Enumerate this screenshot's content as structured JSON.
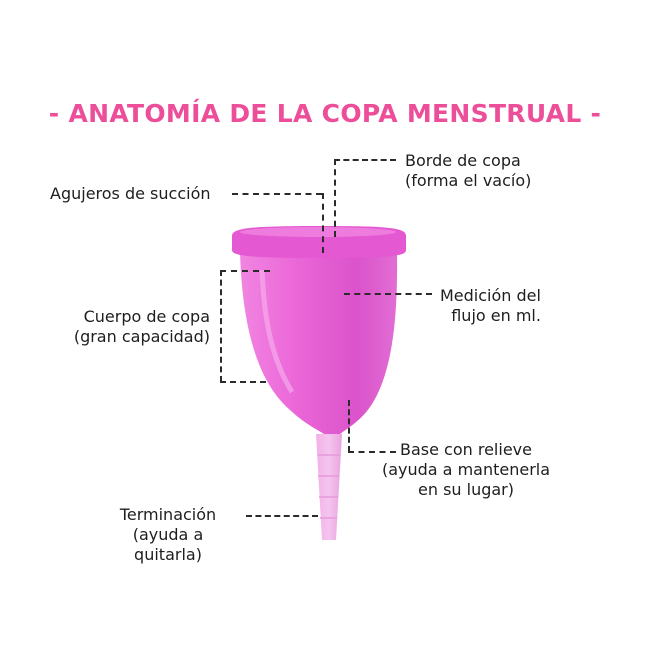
{
  "title": "- ANATOMÍA DE LA COPA MENSTRUAL -",
  "labels": {
    "borde": [
      "Borde de copa",
      "(forma el vacío)"
    ],
    "agujeros": [
      "Agujeros de succión"
    ],
    "cuerpo": [
      "Cuerpo de copa",
      "(gran capacidad)"
    ],
    "medicion": [
      "Medición del",
      "flujo en ml."
    ],
    "base": [
      "Base con relieve",
      "(ayuda a mantenerla",
      "en su lugar)"
    ],
    "terminacion": [
      "Terminación",
      "(ayuda a",
      "quitarla)"
    ]
  },
  "colors": {
    "title": "#ec4e99",
    "cup": "#e95ad4",
    "stem": "#f19ee3",
    "leader": "#2b2b2b"
  }
}
